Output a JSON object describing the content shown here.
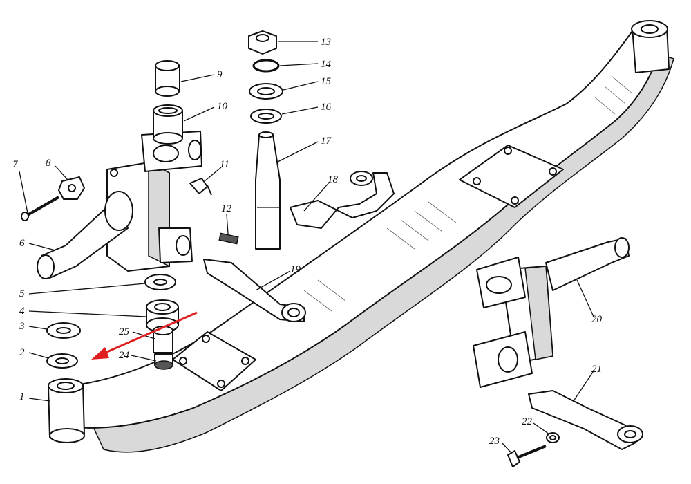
{
  "diagram": {
    "labels": [
      "1",
      "2",
      "3",
      "4",
      "5",
      "6",
      "7",
      "8",
      "9",
      "10",
      "11",
      "12",
      "13",
      "14",
      "15",
      "16",
      "17",
      "18",
      "19",
      "20",
      "21",
      "22",
      "23",
      "24",
      "25"
    ],
    "arrow_color": "#e02020",
    "line_color": "#111111",
    "background": "#ffffff"
  }
}
